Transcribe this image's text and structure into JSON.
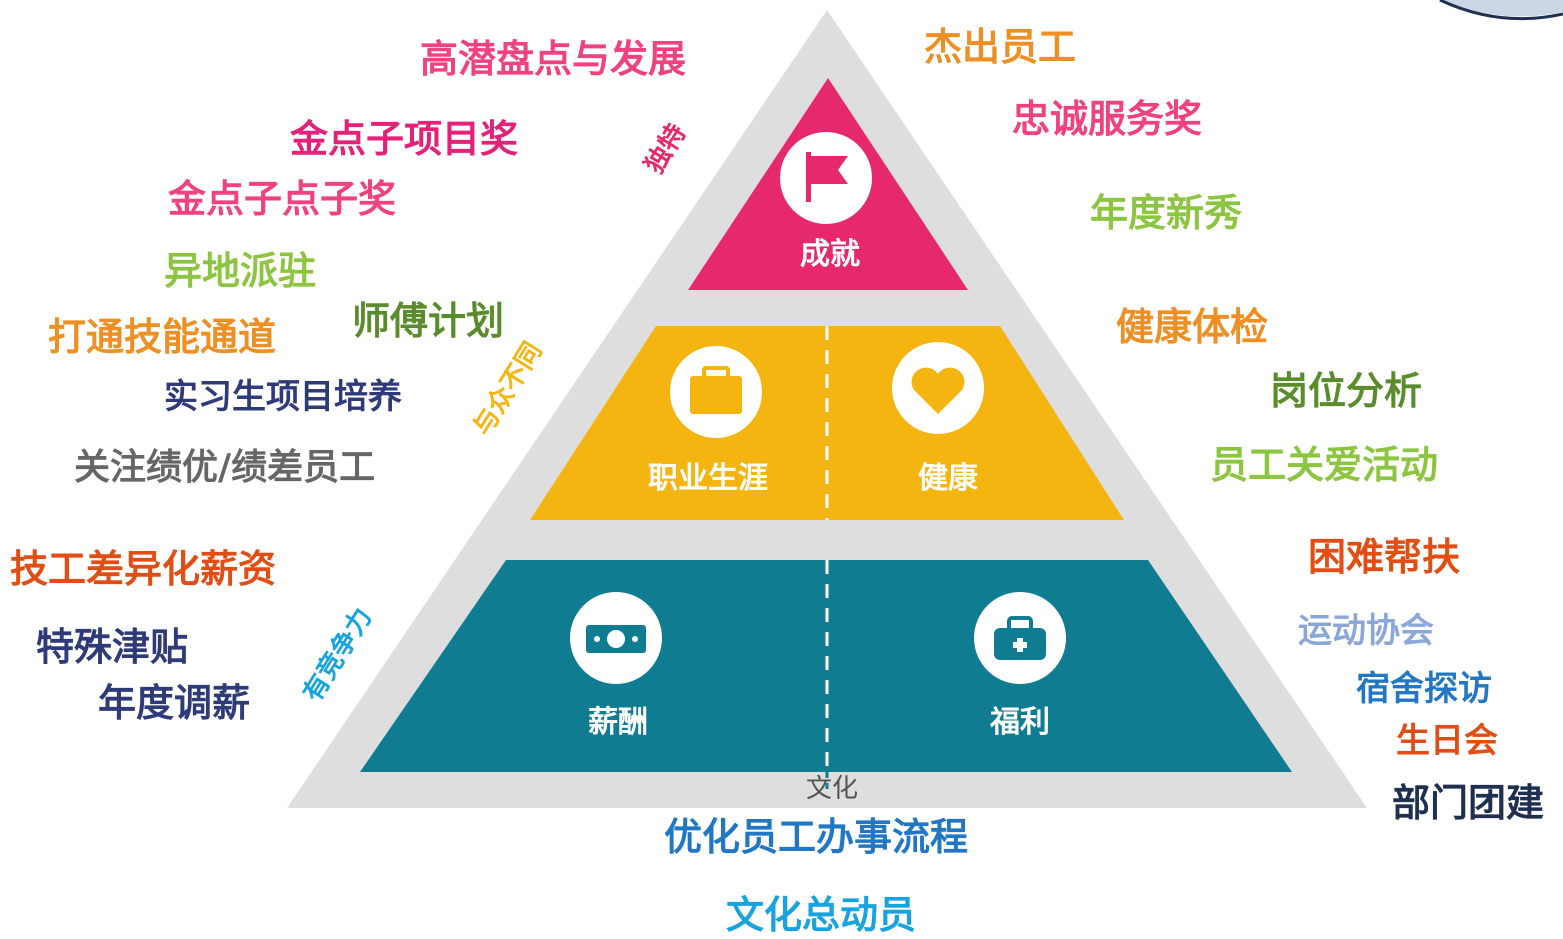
{
  "colors": {
    "outer_triangle": "#dedede",
    "achievement": "#e6296f",
    "career_health": "#f5b511",
    "pay_benefit": "#0f7c92",
    "pink": "#f0427f",
    "magenta": "#e32178",
    "orange": "#ee8f23",
    "green": "#8cc540",
    "darkgreen": "#5a8c2c",
    "navy": "#2f3b78",
    "gray": "#666666",
    "redorange": "#e24d14",
    "lightblue": "#8aa7d8",
    "blue": "#2277c4",
    "cyan": "#17a3e0",
    "darknavy": "#1f2f4f"
  },
  "pyramid": {
    "top_label": "成就",
    "middle_left_label": "职业生涯",
    "middle_right_label": "健康",
    "bottom_left_label": "薪酬",
    "bottom_right_label": "福利",
    "base_label": "文化",
    "icons": {
      "top": "flag-icon",
      "middle_left": "briefcase-icon",
      "middle_right": "heart-icon",
      "bottom_left": "money-icon",
      "bottom_right": "medical-bag-icon"
    }
  },
  "side_labels": {
    "unique": "独特",
    "different": "与众不同",
    "competitive": "有竞争力"
  },
  "left_items": [
    "高潜盘点与发展",
    "金点子项目奖",
    "金点子点子奖",
    "异地派驻",
    "师傅计划",
    "打通技能通道",
    "实习生项目培养",
    "关注绩优/绩差员工",
    "技工差异化薪资",
    "特殊津贴",
    "年度调薪"
  ],
  "right_items": [
    "杰出员工",
    "忠诚服务奖",
    "年度新秀",
    "健康体检",
    "岗位分析",
    "员工关爱活动",
    "困难帮扶",
    "运动协会",
    "宿舍探访",
    "生日会",
    "部门团建"
  ],
  "bottom_items": [
    "优化员工办事流程",
    "文化总动员"
  ]
}
